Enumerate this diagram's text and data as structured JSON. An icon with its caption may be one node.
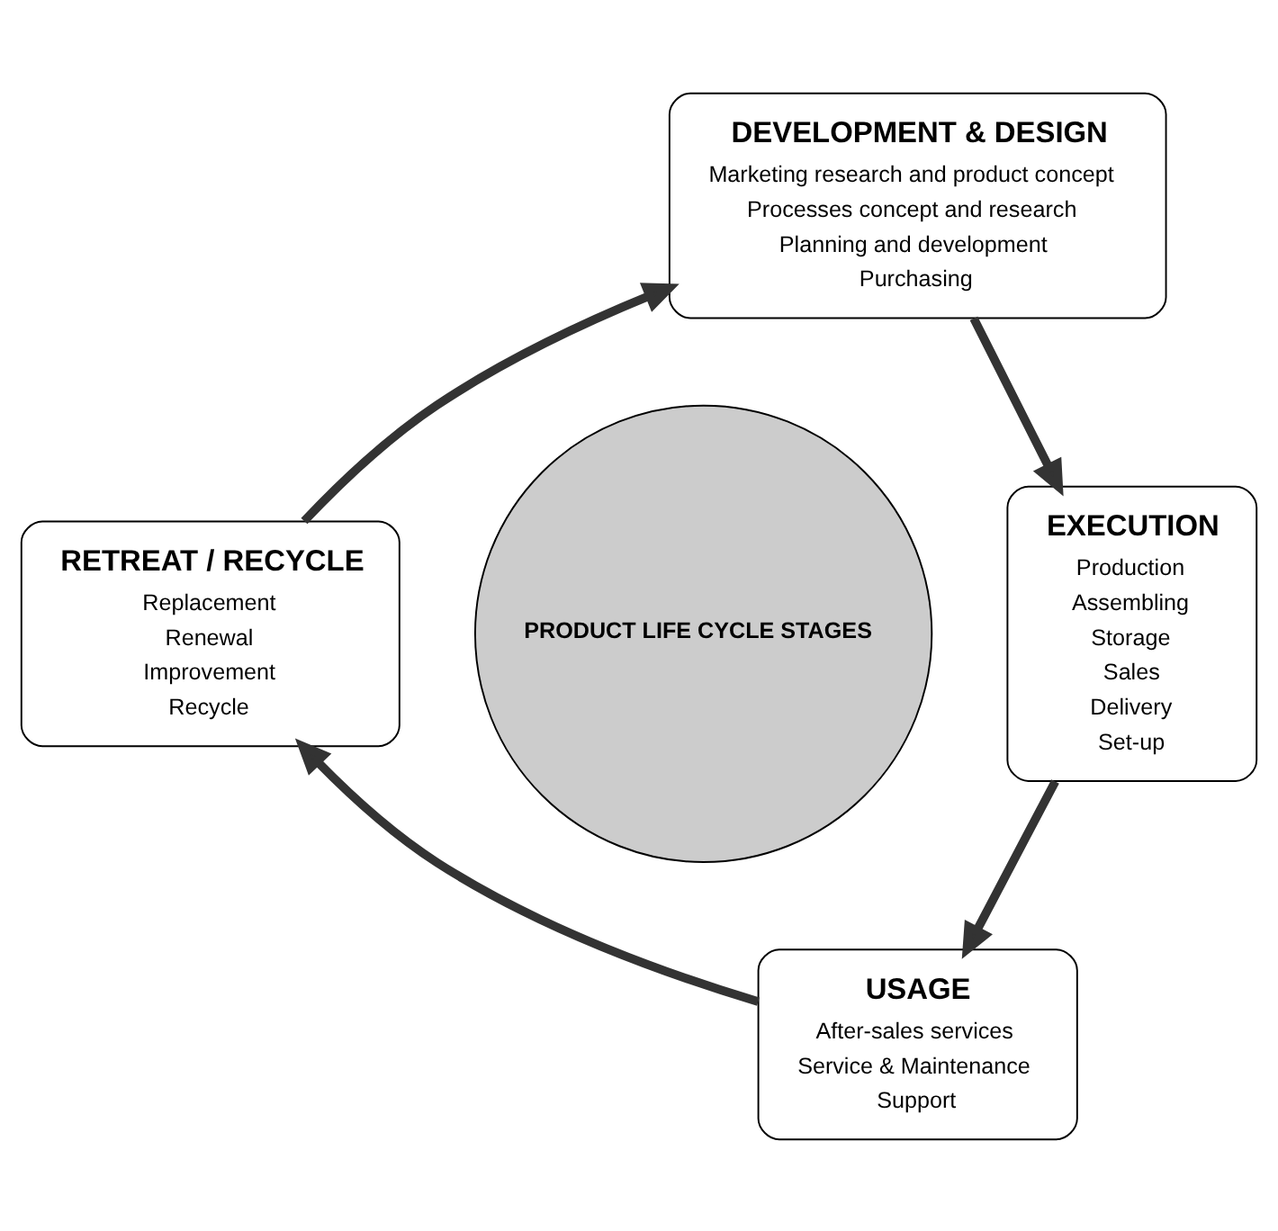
{
  "diagram": {
    "nodes": [
      {
        "text": [
          "PRODUCT LIFE CYCLE STAGES"
        ]
      },
      {
        "text": [
          "DEVELOPMENT & DESIGN",
          "Marketing research and product concept",
          "Processes concept and research",
          "Planning and development",
          "Purchasing"
        ]
      },
      {
        "text": [
          "EXECUTION",
          "Production",
          "Assembling",
          "Storage",
          "Sales",
          "Delivery",
          "Set-up"
        ]
      },
      {
        "text": [
          "USAGE",
          "After-sales services",
          "Service & Maintenance",
          "Support"
        ]
      },
      {
        "text": [
          "RETREAT / RECYCLE",
          "Replacement",
          "Renewal",
          "Improvement",
          "Recycle"
        ]
      }
    ],
    "edges": [
      {
        "from": 1,
        "to": 2,
        "arrow": "to"
      },
      {
        "from": 2,
        "to": 3,
        "arrow": "to"
      },
      {
        "from": 3,
        "to": 4,
        "arrow": "to"
      },
      {
        "from": 4,
        "to": 1,
        "arrow": "to"
      }
    ]
  }
}
